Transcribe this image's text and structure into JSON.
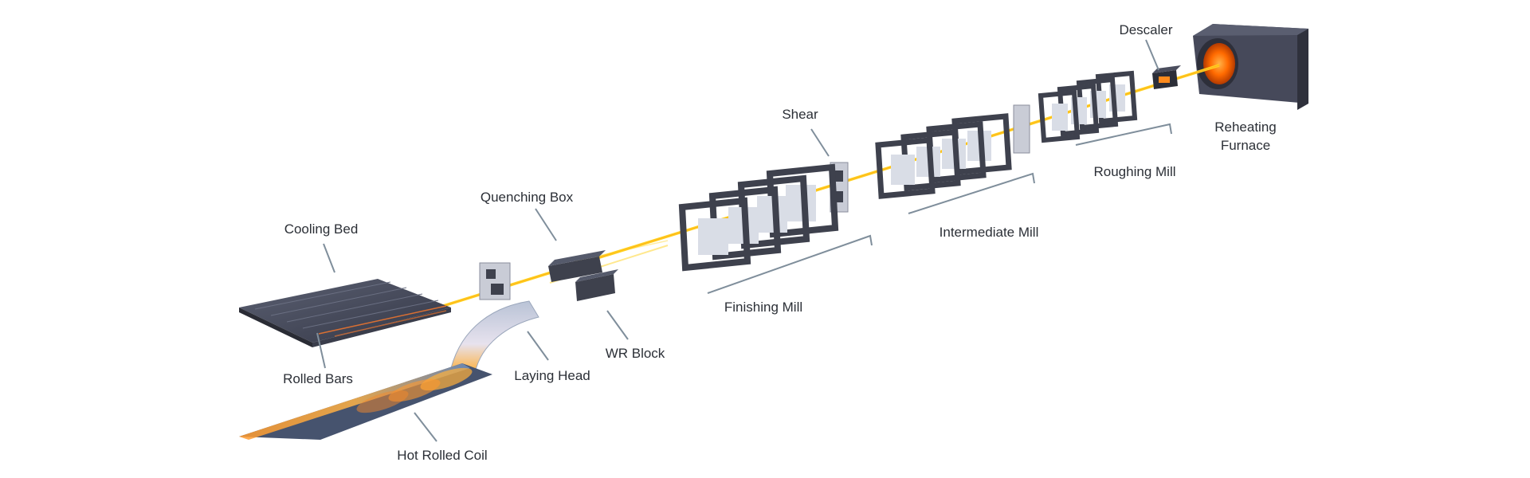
{
  "labels": {
    "descaler": "Descaler",
    "reheating_furnace": [
      "Reheating",
      "Furnace"
    ],
    "roughing_mill": "Roughing Mill",
    "intermediate_mill": "Intermediate Mill",
    "shear": "Shear",
    "finishing_mill": "Finishing Mill",
    "quenching_box": "Quenching Box",
    "wr_block": "WR Block",
    "laying_head": "Laying Head",
    "cooling_bed": "Cooling Bed",
    "rolled_bars": "Rolled Bars",
    "hot_rolled_coil": "Hot Rolled Coil"
  },
  "colors": {
    "stand_dark": "#3e414d",
    "stand_side": "#2a2c35",
    "stand_inner": "#d9dde6",
    "bar_hot": "#ffd21f",
    "bar_glow": "#ff8a1c",
    "furnace_face": "#46495a",
    "furnace_side": "#363844",
    "leader": "#7f8e9b",
    "bed_top": "#4a4f60",
    "coil_blue": "#8fb3dd",
    "text": "#2b2f36"
  }
}
